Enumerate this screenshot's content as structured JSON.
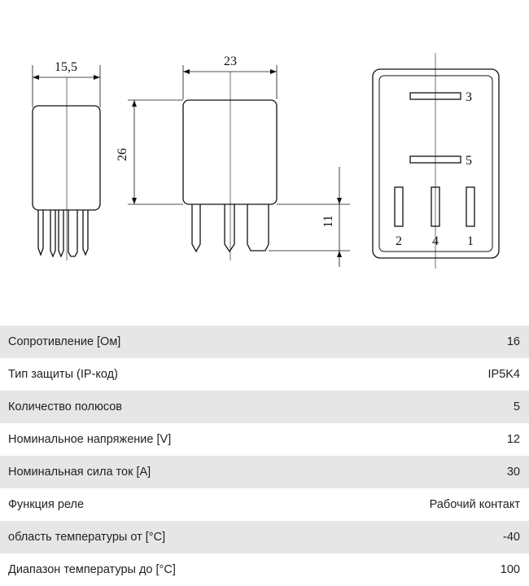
{
  "drawing": {
    "dimensions": {
      "width_side": "15,5",
      "width_front": "23",
      "height": "26",
      "pin_length": "11"
    },
    "pin_labels": [
      "3",
      "5",
      "2",
      "4",
      "1"
    ]
  },
  "specs": [
    {
      "label": "Сопротивление [Ом]",
      "value": "16"
    },
    {
      "label": "Тип защиты (IP-код)",
      "value": "IP5K4"
    },
    {
      "label": "Количество полюсов",
      "value": "5"
    },
    {
      "label": "Номинальное напряжение [V]",
      "value": "12"
    },
    {
      "label": "Номинальная сила ток [A]",
      "value": "30"
    },
    {
      "label": "Функция реле",
      "value": "Рабочий контакт"
    },
    {
      "label": "область температуры от [°C]",
      "value": "-40"
    },
    {
      "label": "Диапазон температуры до [°C]",
      "value": "100"
    }
  ]
}
